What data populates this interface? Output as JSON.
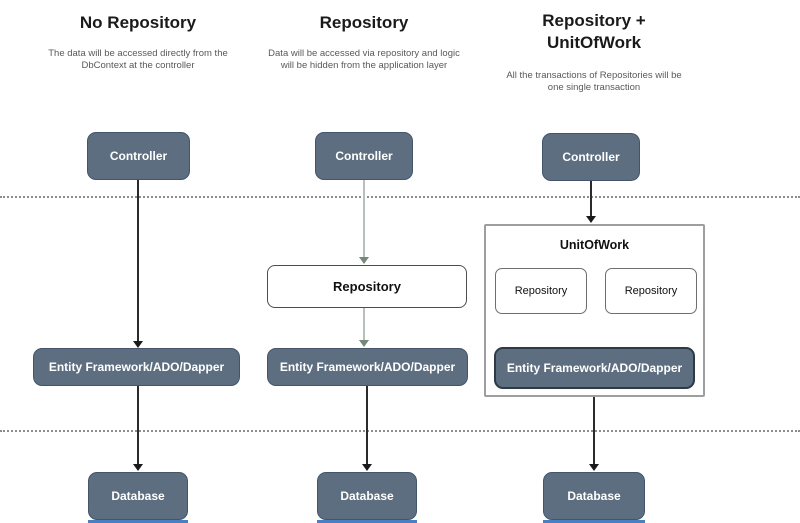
{
  "colors": {
    "node_fill": "#5c6e80",
    "node_border": "#42556a",
    "node_text": "#ffffff",
    "outline_node_border": "#4d4d4d",
    "unitofwork_border": "#9e9e9e",
    "arrow_dark": "#1a1a1a",
    "arrow_light_line": "#b9c0bb",
    "arrow_light_head": "#74897b",
    "separator_dotted": "#8c8c8c",
    "subtitle_text": "#595959",
    "title_text": "#1a1a1a",
    "bottom_accent": "#4a80c2"
  },
  "columns": [
    {
      "title": "No Repository",
      "subtitle": "The data will be accessed directly from the DbContext at the controller",
      "controller_label": "Controller",
      "ef_label": "Entity Framework/ADO/Dapper",
      "database_label": "Database"
    },
    {
      "title": "Repository",
      "subtitle": "Data will be accessed via repository and logic will be hidden from the application layer",
      "controller_label": "Controller",
      "repository_label": "Repository",
      "ef_label": "Entity Framework/ADO/Dapper",
      "database_label": "Database"
    },
    {
      "title": "Repository + UnitOfWork",
      "subtitle": "All the transactions of Repositories will be one single transaction",
      "controller_label": "Controller",
      "unitofwork_label": "UnitOfWork",
      "repository_left_label": "Repository",
      "repository_right_label": "Repository",
      "ef_label": "Entity Framework/ADO/Dapper",
      "database_label": "Database"
    }
  ]
}
